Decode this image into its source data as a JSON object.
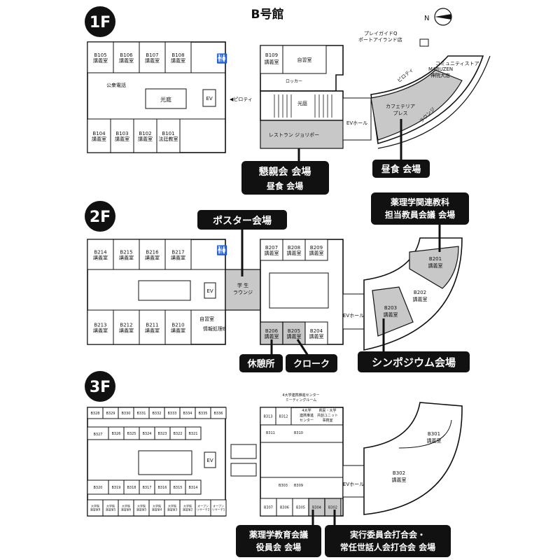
{
  "title": "B号館",
  "compass_n": "N",
  "floors": {
    "f1": {
      "label": "1F",
      "rooms_top": [
        {
          "id": "B105",
          "t": "講義室"
        },
        {
          "id": "B106",
          "t": "講義室"
        },
        {
          "id": "B107",
          "t": "講義室"
        },
        {
          "id": "B108",
          "t": "講義室"
        }
      ],
      "rooms_bottom": [
        {
          "id": "B104",
          "t": "講義室"
        },
        {
          "id": "B103",
          "t": "講義室"
        },
        {
          "id": "B102",
          "t": "講義室"
        },
        {
          "id": "B101",
          "t": "法廷教室"
        }
      ],
      "public_phone": "公衆電話",
      "courtyard": "光庭",
      "ev": "EV",
      "piloti_left": "◀ピロティ",
      "b109": "B109",
      "b109_sub": "講義室",
      "study": "自習室",
      "locker": "ロッカー",
      "courtyard2": "光庭",
      "ev_hall": "EVホール",
      "restaurant": "レストラン ジョリポー",
      "cafeteria": "カフェテリア",
      "cafeteria2": "プレス",
      "piloti": "ピロティ",
      "lounge": "ラウンジ",
      "playguide": "プレイガイドQ",
      "playguide2": "ポートアイランド店",
      "store": "コミュニティストア",
      "store2": "MARUZEN",
      "store3": "神院大店"
    },
    "f2": {
      "label": "2F",
      "rooms_top": [
        {
          "id": "B214",
          "t": "講義室"
        },
        {
          "id": "B215",
          "t": "講義室"
        },
        {
          "id": "B216",
          "t": "講義室"
        },
        {
          "id": "B217",
          "t": "講義室"
        }
      ],
      "rooms_bottom": [
        {
          "id": "B213",
          "t": "講義室"
        },
        {
          "id": "B212",
          "t": "講義室"
        },
        {
          "id": "B211",
          "t": "講義室"
        },
        {
          "id": "B210",
          "t": "講義室"
        }
      ],
      "info": "情報処理B",
      "info_prefix": "自習室",
      "ev": "EV",
      "lounge": "学 生",
      "lounge2": "ラウンジ",
      "right_top": [
        {
          "id": "B207",
          "t": "講義室"
        },
        {
          "id": "B208",
          "t": "講義室"
        },
        {
          "id": "B209",
          "t": "講義室"
        }
      ],
      "right_bottom": [
        {
          "id": "B206",
          "t": "講義室"
        },
        {
          "id": "B205",
          "t": "講義室"
        },
        {
          "id": "B204",
          "t": "講義室"
        }
      ],
      "ev_hall": "EVホール",
      "b201": "B201",
      "b202": "B202",
      "b203": "B203",
      "lecture": "講義室"
    },
    "f3": {
      "label": "3F",
      "row1": [
        "B328",
        "B329",
        "B330",
        "B331",
        "B332",
        "B333",
        "B334",
        "B335",
        "B336"
      ],
      "row2": [
        "B326",
        "B325",
        "B324",
        "B323",
        "B322",
        "B321"
      ],
      "b327": "B327",
      "row3": [
        "B319",
        "B318",
        "B317",
        "B316",
        "B315",
        "B314"
      ],
      "b320": "B320",
      "row4": [
        "大学院",
        "大学院",
        "大学院",
        "大学院",
        "大学院",
        "大学院",
        "大学院",
        "オープン",
        "オープン"
      ],
      "row4_sub": [
        "演習室9",
        "演習室5",
        "演習室6",
        "演習室5",
        "演習室4",
        "演習室3",
        "演習室2",
        "リサーチ2",
        "リサーチ1"
      ],
      "lecture": "講義室",
      "ev": "EV",
      "meeting_top": "4大学連携推進センター",
      "meeting_top2": "ミーティングルーム",
      "r_top": [
        "B313",
        "B312"
      ],
      "center_a": "4大学",
      "center_a2": "連携推進",
      "center_a3": "センター",
      "center_b": "県民・大学",
      "center_b2": "共創ユニット",
      "center_b3": "事務室",
      "b311": "B311",
      "b310": "B310",
      "b303": "B303",
      "b309": "B309",
      "r_bottom": [
        "B307",
        "B306",
        "B305",
        "B304",
        "B302"
      ],
      "ev_hall": "EVホール",
      "b301": "B301",
      "b302big": "B302"
    }
  },
  "callouts": {
    "social": "懇親会 会場",
    "social_lunch": "昼食 会場",
    "lunch": "昼食 会場",
    "poster": "ポスター会場",
    "faculty1": "薬理学関連教科",
    "faculty2": "担当教員会議 会場",
    "rest": "休憩所",
    "cloak": "クローク",
    "symposium": "シンポジウム会場",
    "edu1": "薬理学教育会議",
    "edu2": "役員会 会場",
    "exec1": "実行委員会打合会・",
    "exec2": "常任世話人会打合会 会場"
  }
}
